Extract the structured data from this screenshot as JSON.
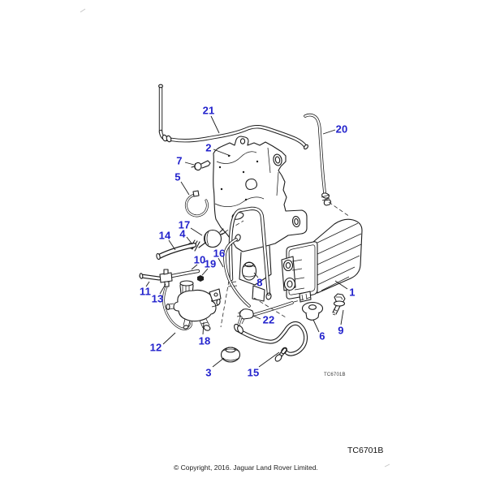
{
  "diagram": {
    "description": "Exploded parts illustration - evaporative emission charcoal canister, mounting bracket, hoses and valves",
    "inline_code": "TC6701B",
    "callouts": [
      "1",
      "2",
      "3",
      "4",
      "5",
      "6",
      "7",
      "8",
      "9",
      "10",
      "11",
      "12",
      "13",
      "14",
      "15",
      "16",
      "17",
      "18",
      "19",
      "20",
      "21",
      "22"
    ]
  },
  "footer": {
    "figure_code": "TC6701B",
    "copyright": "© Copyright, 2016. Jaguar Land Rover Limited."
  },
  "colors": {
    "callout_blue": "#2222cc",
    "line": "#1c1c1c",
    "background": "#ffffff"
  }
}
